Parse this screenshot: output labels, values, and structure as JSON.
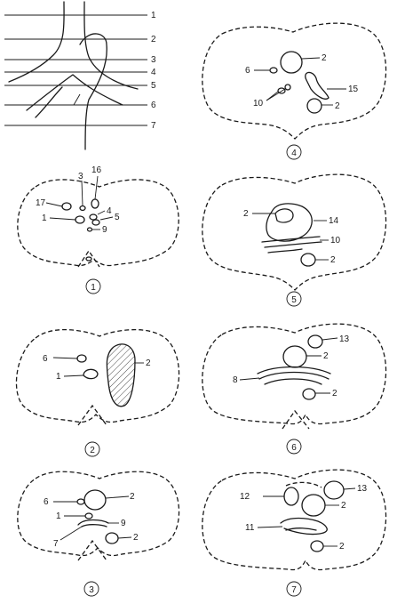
{
  "level_labels": [
    "1",
    "2",
    "3",
    "4",
    "5",
    "6",
    "7"
  ],
  "section_numbers": [
    "1",
    "2",
    "3",
    "4",
    "5",
    "6",
    "7"
  ],
  "callouts": {
    "s1": [
      "16",
      "3",
      "17",
      "4",
      "1",
      "5",
      "9"
    ],
    "s2": [
      "6",
      "2",
      "1"
    ],
    "s3": [
      "6",
      "2",
      "1",
      "9",
      "7",
      "2"
    ],
    "s4": [
      "6",
      "2",
      "15",
      "10",
      "2"
    ],
    "s5": [
      "2",
      "14",
      "10",
      "2"
    ],
    "s6": [
      "13",
      "2",
      "8",
      "2"
    ],
    "s7": [
      "12",
      "13",
      "2",
      "11",
      "2"
    ]
  }
}
